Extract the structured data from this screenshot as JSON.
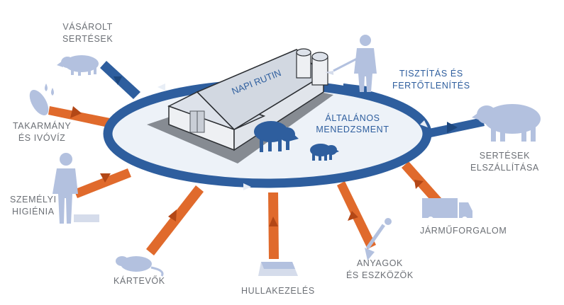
{
  "center": {
    "barn_label": "NAPI RUTIN",
    "management_label": [
      "ÁLTALÁNOS",
      "MENEDZSMENT"
    ]
  },
  "inputs": [
    {
      "id": "purchased-pigs",
      "lines": [
        "VÁSÁROLT",
        "SERTÉSEK"
      ],
      "icon": "pig-icon",
      "kind": "biosecurity"
    },
    {
      "id": "feed-water",
      "lines": [
        "TAKARMÁNY",
        "ÉS IVÓVÍZ"
      ],
      "icon": "grain-water-icon",
      "kind": "risk"
    },
    {
      "id": "personal-hygiene",
      "lines": [
        "SZEMÉLYI",
        "HIGIÉNIA"
      ],
      "icon": "person-icon",
      "kind": "risk"
    },
    {
      "id": "pests",
      "lines": [
        "KÁRTEVŐK"
      ],
      "icon": "rat-icon",
      "kind": "risk"
    },
    {
      "id": "waste",
      "lines": [
        "HULLAKEZELÉS"
      ],
      "icon": "container-icon",
      "kind": "risk"
    },
    {
      "id": "materials-tools",
      "lines": [
        "ANYAGOK",
        "ÉS ESZKÖZÖK"
      ],
      "icon": "shovel-icon",
      "kind": "risk"
    },
    {
      "id": "vehicle-traffic",
      "lines": [
        "JÁRMŰFORGALOM"
      ],
      "icon": "truck-icon",
      "kind": "risk"
    },
    {
      "id": "pig-delivery",
      "lines": [
        "SERTÉSEK",
        "ELSZÁLLÍTÁSA"
      ],
      "icon": "pig-icon",
      "kind": "biosecurity"
    },
    {
      "id": "cleaning-disinfection",
      "lines": [
        "TISZTÍTÁS ÉS",
        "FERTŐTLENÍTÉS"
      ],
      "icon": "sprayer-person-icon",
      "kind": "biosecurity"
    }
  ],
  "colors": {
    "ring": "#2e5e9e",
    "arrow_orange": "#e06a2c",
    "ellipse_fill": "#edf2f8",
    "icon_fill": "#b3c1df",
    "barn_wall": "#e8ebef",
    "barn_roof": "#d6dbe3",
    "label_gray": "#6b6f75"
  }
}
